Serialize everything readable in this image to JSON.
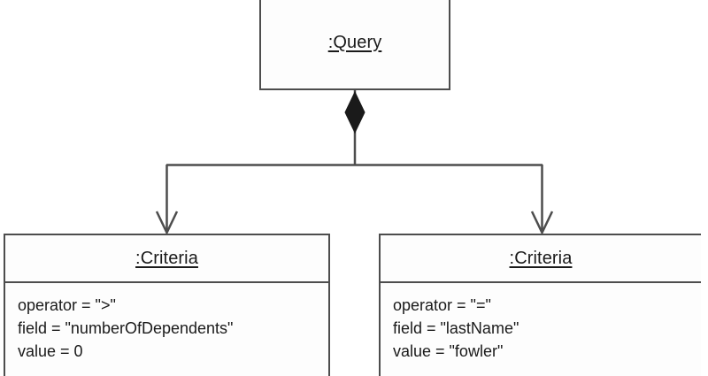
{
  "diagram": {
    "type": "uml-object-diagram",
    "colors": {
      "stroke": "#4d4d4d",
      "fill": "#fdfdfd",
      "text": "#1a1a1a",
      "background": "#ffffff"
    },
    "query_node": {
      "title": ":Query",
      "attributes": []
    },
    "criteria_left": {
      "title": ":Criteria",
      "attributes": [
        "operator = \">\"",
        "field = \"numberOfDependents\"",
        "value = 0"
      ]
    },
    "criteria_right": {
      "title": ":Criteria",
      "attributes": [
        "operator = \"=\"",
        "field = \"lastName\"",
        "value = \"fowler\""
      ]
    },
    "connectors": {
      "composition_label": "composition-diamond",
      "left_arrow_label": "arrowhead-down-left",
      "right_arrow_label": "arrowhead-down-right"
    }
  }
}
